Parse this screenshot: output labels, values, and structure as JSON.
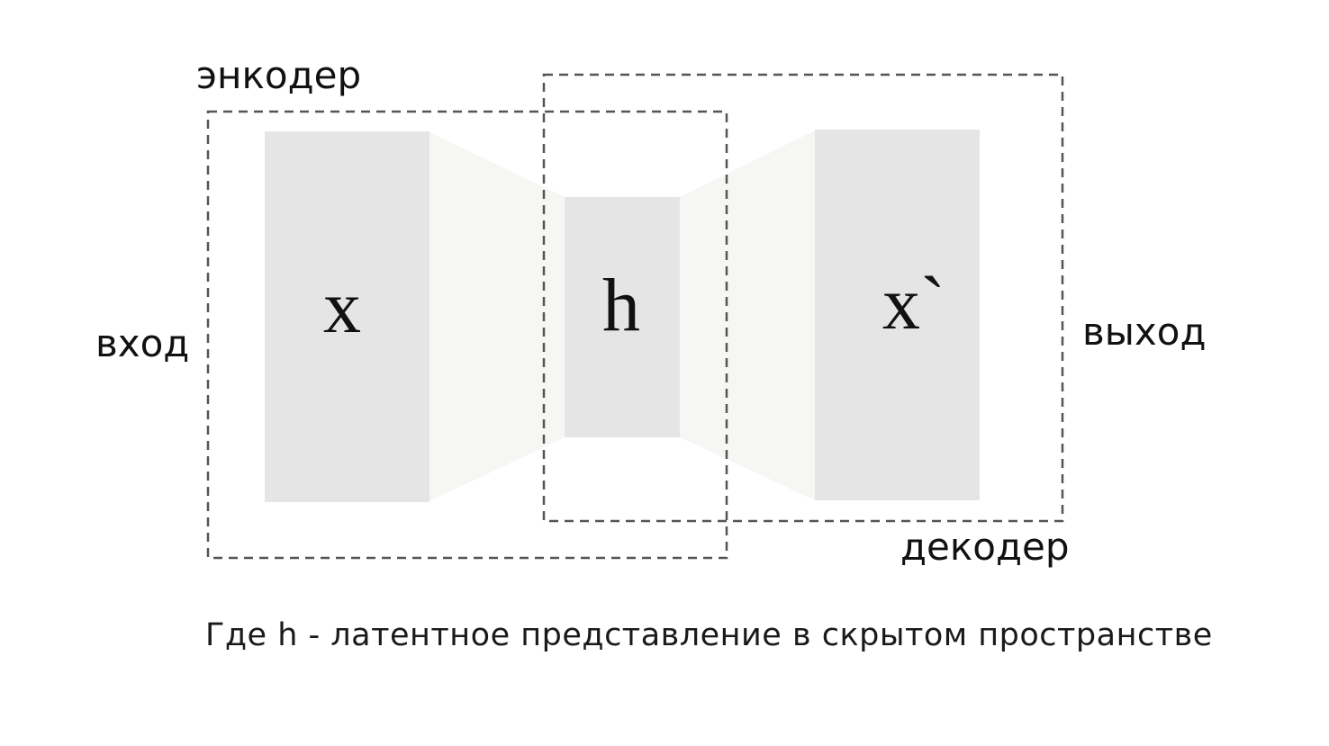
{
  "labels": {
    "encoder": "энкодер",
    "decoder": "декодер",
    "input": "вход",
    "output": "выход"
  },
  "variables": {
    "input_var": "x",
    "latent_var": "h",
    "output_var": "x`"
  },
  "caption": "Где h - латентное представление в скрытом пространстве",
  "colors": {
    "block_fill": "#e5e5e5",
    "funnel_fill": "#f6f6f4",
    "dash_stroke": "#555555",
    "text": "#111111"
  }
}
